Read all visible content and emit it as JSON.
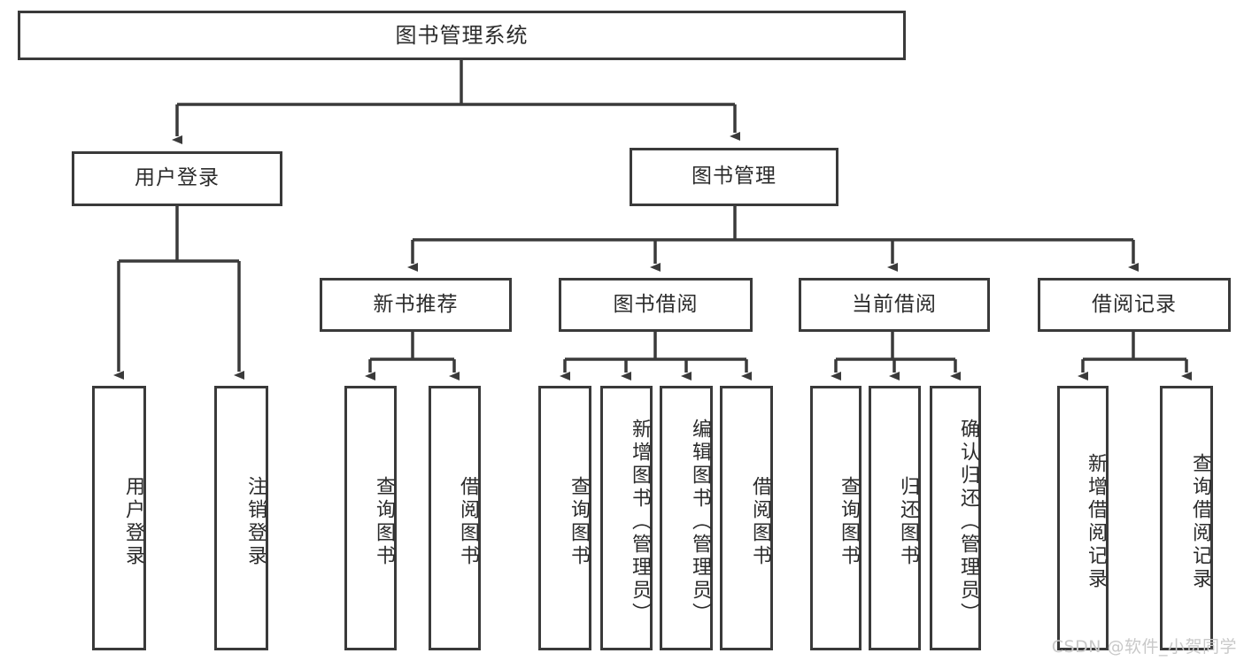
{
  "diagram": {
    "title": "图书管理系统",
    "type": "tree",
    "stroke_color": "#3a3a3a",
    "background_color": "#ffffff",
    "text_color": "#2b2b2b"
  },
  "root": {
    "label": "图书管理系统"
  },
  "level1": [
    {
      "label": "用户登录"
    },
    {
      "label": "图书管理"
    }
  ],
  "level2": [
    {
      "label": "新书推荐"
    },
    {
      "label": "图书借阅"
    },
    {
      "label": "当前借阅"
    },
    {
      "label": "借阅记录"
    }
  ],
  "leaves": {
    "user_login": [
      {
        "label": "用户登录"
      },
      {
        "label": "注销登录"
      }
    ],
    "new_book_recommend": [
      {
        "label": "查询图书"
      },
      {
        "label": "借阅图书"
      }
    ],
    "book_borrow": [
      {
        "label": "查询图书"
      },
      {
        "label": "新增图书（管理员）"
      },
      {
        "label": "编辑图书（管理员）"
      },
      {
        "label": "借阅图书"
      }
    ],
    "current_borrow": [
      {
        "label": "查询图书"
      },
      {
        "label": "归还图书"
      },
      {
        "label": "确认归还（管理员）"
      }
    ],
    "borrow_record": [
      {
        "label": "新增借阅记录"
      },
      {
        "label": "查询借阅记录"
      }
    ]
  },
  "watermark": {
    "text": "CSDN @软件_小贺同学"
  }
}
